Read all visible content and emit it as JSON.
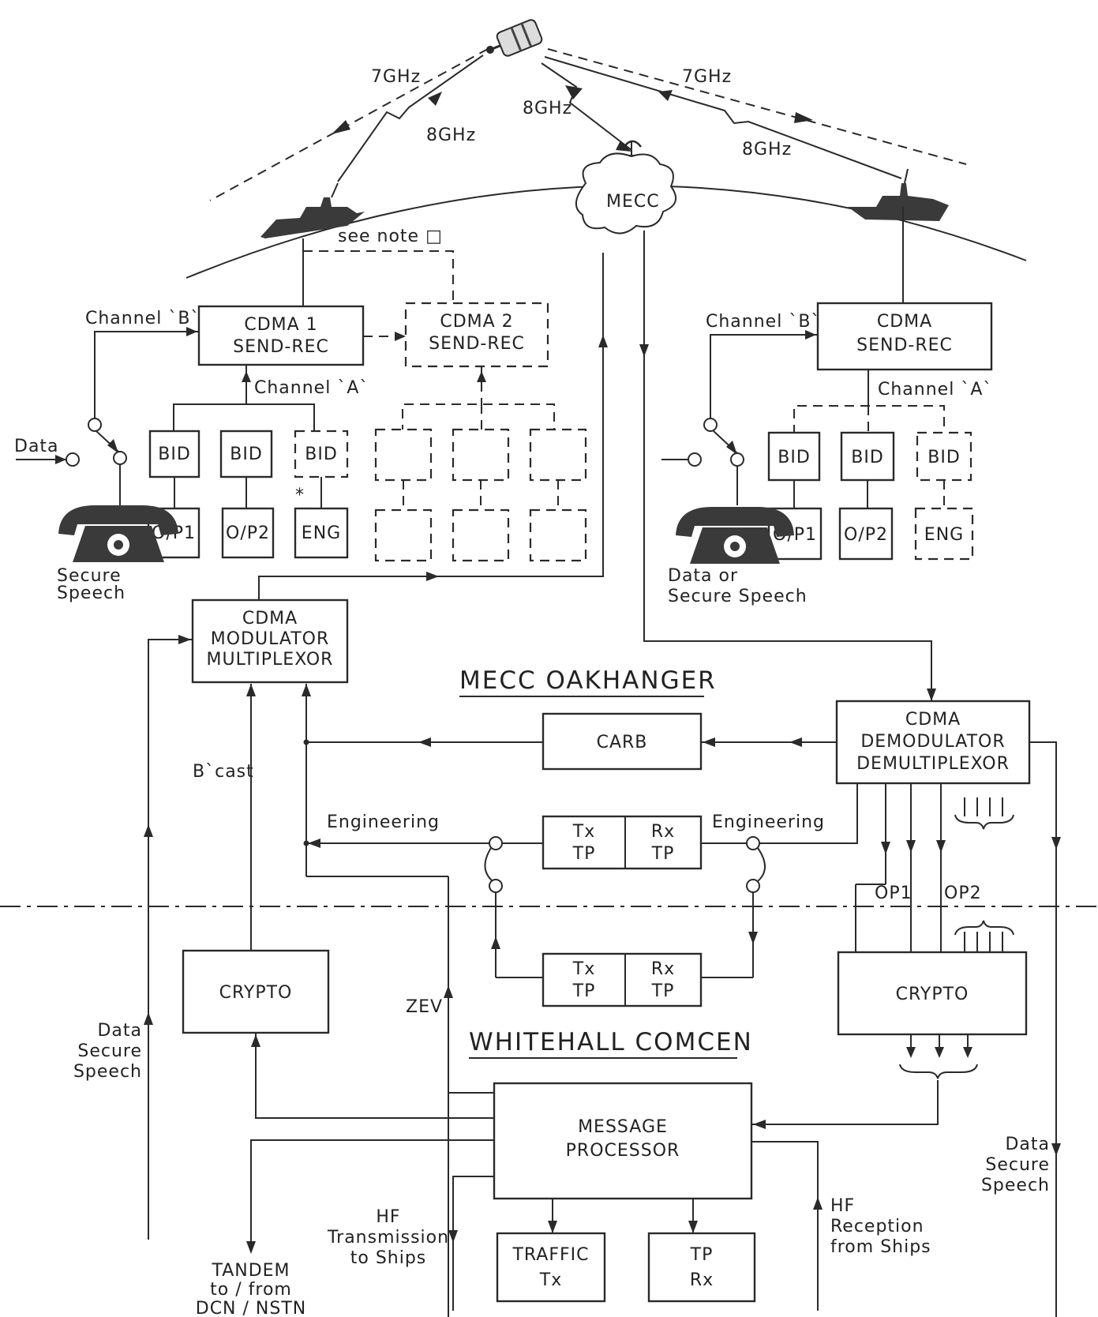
{
  "links": {
    "freq_7ghz_left": "7GHz",
    "freq_8ghz_left": "8GHz",
    "freq_8ghz_mid": "8GHz",
    "freq_7ghz_right": "7GHz",
    "freq_8ghz_right": "8GHz"
  },
  "mecc_cloud": "MECC",
  "see_note": "see note □",
  "ship_left": {
    "cdma1": [
      "CDMA 1",
      "SEND-REC"
    ],
    "cdma2": [
      "CDMA 2",
      "SEND-REC"
    ],
    "channel_b": "Channel `B`",
    "channel_a": "Channel `A`",
    "data": "Data",
    "bids": [
      "BID",
      "BID",
      "BID"
    ],
    "outputs": [
      "O/P1",
      "O/P2",
      "ENG"
    ],
    "asterisk": "*",
    "phone_label": [
      "Secure",
      "Speech"
    ]
  },
  "ship_right": {
    "cdma": [
      "CDMA",
      "SEND-REC"
    ],
    "channel_b": "Channel `B`",
    "channel_a": "Channel `A`",
    "bids": [
      "BID",
      "BID",
      "BID"
    ],
    "outputs": [
      "O/P1",
      "O/P2",
      "ENG"
    ],
    "phone_label": [
      "Data or",
      "Secure Speech"
    ]
  },
  "mecc": {
    "title": "MECC OAKHANGER",
    "modulator": [
      "CDMA",
      "MODULATOR",
      "MULTIPLEXOR"
    ],
    "demodulator": [
      "CDMA",
      "DEMODULATOR",
      "DEMULTIPLEXOR"
    ],
    "carb": "CARB",
    "bcast": "B`cast",
    "engineering_left": "Engineering",
    "engineering_right": "Engineering",
    "tx_tp": [
      "Tx",
      "TP"
    ],
    "rx_tp": [
      "Rx",
      "TP"
    ],
    "op1": "OP1",
    "op2": "OP2"
  },
  "whitehall": {
    "title": "WHITEHALL COMCEN",
    "crypto_left": "CRYPTO",
    "crypto_right": "CRYPTO",
    "tx_tp": [
      "Tx",
      "TP"
    ],
    "rx_tp": [
      "Rx",
      "TP"
    ],
    "zev": "ZEV",
    "message_processor": [
      "MESSAGE",
      "PROCESSOR"
    ],
    "traffic_tx": [
      "TRAFFIC",
      "Tx"
    ],
    "tp_rx": [
      "TP",
      "Rx"
    ],
    "data_secure_left": [
      "Data",
      "Secure",
      "Speech"
    ],
    "data_secure_right": [
      "Data",
      "Secure",
      "Speech"
    ],
    "tandem": [
      "TANDEM",
      "to / from",
      "DCN / NSTN"
    ],
    "hf_tx": [
      "HF",
      "Transmission",
      "to Ships"
    ],
    "hf_rx": [
      "HF",
      "Reception",
      "from Ships"
    ]
  }
}
